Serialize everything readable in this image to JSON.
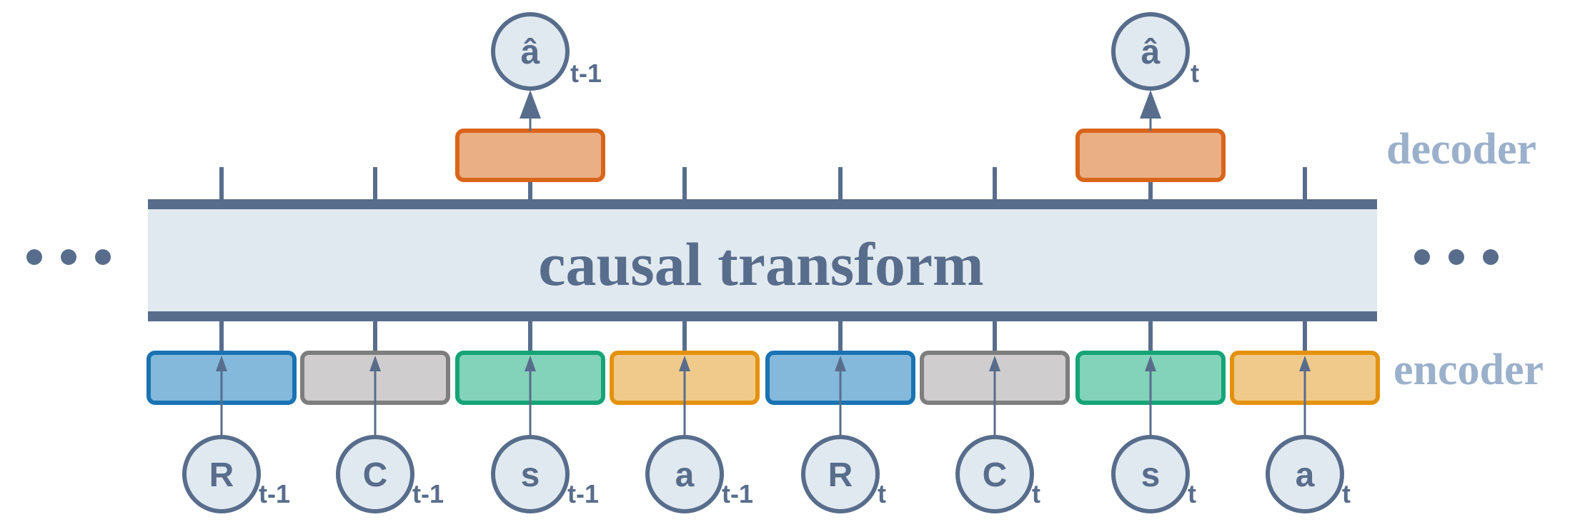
{
  "transformer_label": "causal transform",
  "side_labels": {
    "decoder": "decoder",
    "encoder": "encoder"
  },
  "ellipsis": "• • •",
  "inputs": [
    {
      "symbol": "R",
      "sub": "t-1",
      "color": "blue"
    },
    {
      "symbol": "C",
      "sub": "t-1",
      "color": "gray"
    },
    {
      "symbol": "s",
      "sub": "t-1",
      "color": "green"
    },
    {
      "symbol": "a",
      "sub": "t-1",
      "color": "orange"
    },
    {
      "symbol": "R",
      "sub": "t",
      "color": "blue"
    },
    {
      "symbol": "C",
      "sub": "t",
      "color": "gray"
    },
    {
      "symbol": "s",
      "sub": "t",
      "color": "green"
    },
    {
      "symbol": "a",
      "sub": "t",
      "color": "orange"
    }
  ],
  "outputs": [
    {
      "symbol": "â",
      "sub": "t-1",
      "from_input": 2
    },
    {
      "symbol": "â",
      "sub": "t",
      "from_input": 6
    }
  ],
  "colors": {
    "line": "#586d8c",
    "band_fill": "#e1e9f0",
    "circle_fill": "#e1e9f0",
    "label": "#9bb0cb",
    "blue": {
      "fill": "#84b9dc",
      "stroke": "#1a72b2"
    },
    "gray": {
      "fill": "#cfcdce",
      "stroke": "#7e7e7e"
    },
    "green": {
      "fill": "#83d2ba",
      "stroke": "#16a476"
    },
    "orange": {
      "fill": "#f0ca8a",
      "stroke": "#e3920f"
    },
    "decoder": {
      "fill": "#eaaf85",
      "stroke": "#d9651a"
    }
  }
}
